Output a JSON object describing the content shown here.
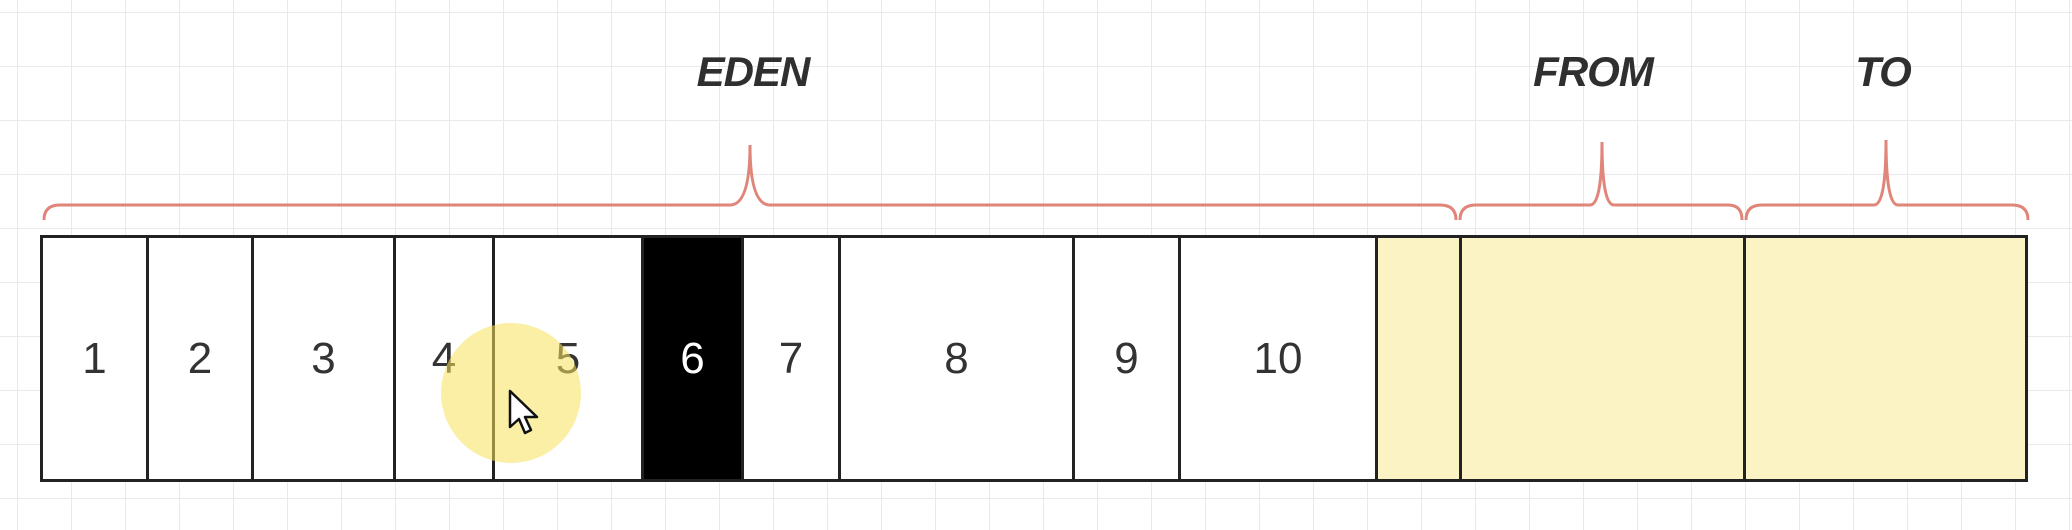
{
  "regions": {
    "eden": {
      "label": "EDEN"
    },
    "from": {
      "label": "FROM"
    },
    "to": {
      "label": "TO"
    }
  },
  "cells": [
    {
      "label": "1",
      "state": "empty"
    },
    {
      "label": "2",
      "state": "empty"
    },
    {
      "label": "3",
      "state": "empty"
    },
    {
      "label": "4",
      "state": "empty"
    },
    {
      "label": "5",
      "state": "empty"
    },
    {
      "label": "6",
      "state": "highlighted-black"
    },
    {
      "label": "7",
      "state": "empty"
    },
    {
      "label": "8",
      "state": "empty"
    },
    {
      "label": "9",
      "state": "empty"
    },
    {
      "label": "10",
      "state": "empty"
    },
    {
      "label": "",
      "state": "free-yellow"
    },
    {
      "label": "",
      "state": "free-yellow"
    },
    {
      "label": "",
      "state": "free-yellow"
    }
  ],
  "colors": {
    "bracket": "#e0857a",
    "free_space": "#fbf3c3",
    "highlight_cell": "#000000",
    "grid": "#e9e9e9",
    "cursor_highlight": "#f5e15a"
  },
  "icons": {
    "cursor": "mouse-pointer-icon"
  }
}
